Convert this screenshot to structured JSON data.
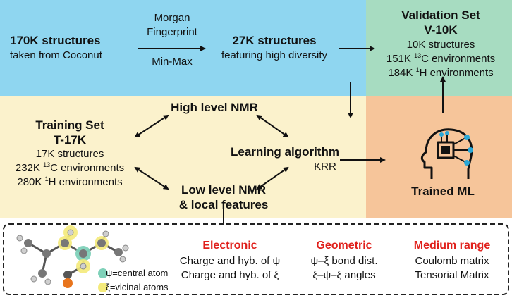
{
  "colors": {
    "blue_panel": "#8fd6f0",
    "green_panel": "#a7dcc1",
    "yellow_panel": "#fbf2cc",
    "orange_panel": "#f6c59a",
    "accent_red": "#e0201b",
    "arrow": "#111111"
  },
  "top": {
    "source_title": "170K structures",
    "source_sub": "taken from Coconut",
    "arrow_label_top_1": "Morgan",
    "arrow_label_top_2": "Fingerprint",
    "arrow_label_bottom": "Min-Max",
    "diverse_title": "27K structures",
    "diverse_sub": "featuring high diversity"
  },
  "validation": {
    "title_1": "Validation Set",
    "title_2": "V-10K",
    "line1": "10K structures",
    "line2_num": "151K",
    "line2_sup": "13",
    "line2_rest": "C environments",
    "line3_num": "184K",
    "line3_sup": "1",
    "line3_rest": "H environments"
  },
  "training": {
    "title_1": "Training Set",
    "title_2": "T-17K",
    "line1": "17K structures",
    "line2_num": "232K",
    "line2_sup": "13",
    "line2_rest": "C environments",
    "line3_num": "280K",
    "line3_sup": "1",
    "line3_rest": "H environments"
  },
  "middle": {
    "high_level": "High level NMR",
    "learning": "Learning algorithm",
    "krr": "KRR",
    "low_level_1": "Low level NMR",
    "low_level_2": "& local features"
  },
  "trained": {
    "label": "Trained ML",
    "icon": "ai-head-chip-icon"
  },
  "features": {
    "legend_psi": "ψ=central atom",
    "legend_xi": "ξ=vicinal atoms",
    "electronic": {
      "heading": "Electronic",
      "items": [
        "Charge and hyb. of ψ",
        "Charge and hyb. of ξ"
      ]
    },
    "geometric": {
      "heading": "Geometric",
      "items": [
        "ψ–ξ bond dist.",
        "ξ–ψ–ξ angles"
      ]
    },
    "medium": {
      "heading": "Medium range",
      "items": [
        "Coulomb matrix",
        "Tensorial Matrix"
      ]
    }
  }
}
